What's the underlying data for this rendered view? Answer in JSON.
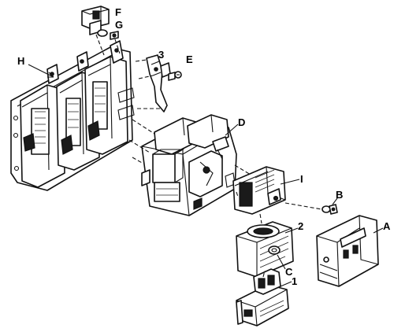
{
  "labels": {
    "F": "F",
    "G": "G",
    "H": "H",
    "three": "3",
    "E": "E",
    "D": "D",
    "I": "I",
    "B": "B",
    "A": "A",
    "two": "2",
    "C": "C",
    "one": "1"
  }
}
